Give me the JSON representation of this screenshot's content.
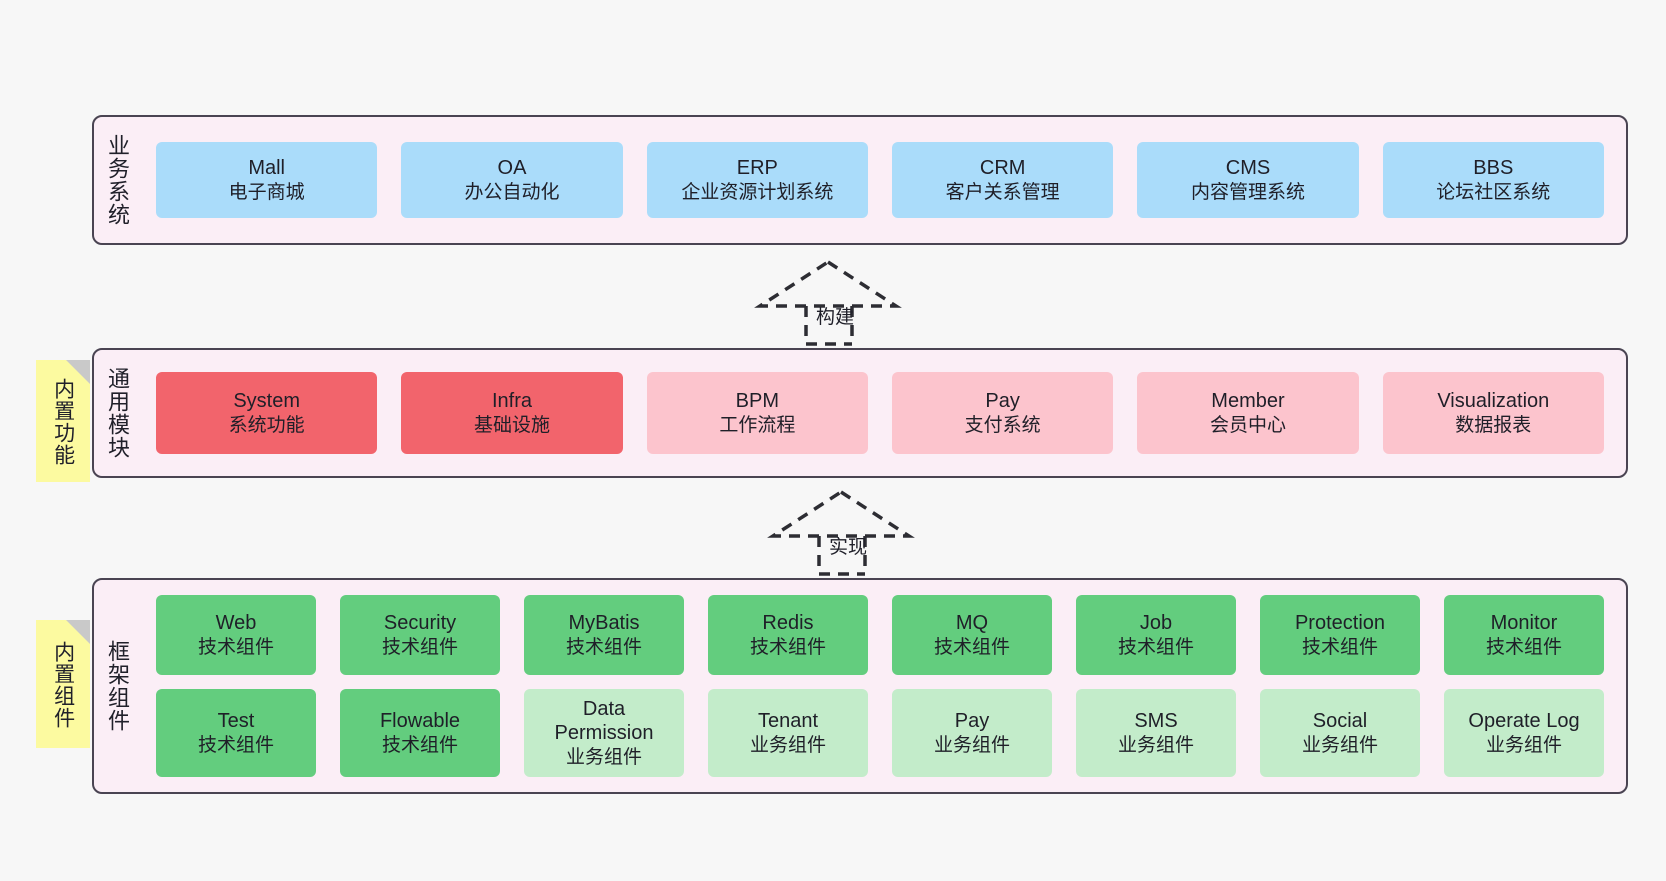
{
  "diagram": {
    "background_color": "#f7f7f7",
    "layer_border_color": "#4a4452",
    "layer_fill_color": "#fbeef6",
    "note_color": "#fcfaa0"
  },
  "layers": [
    {
      "id": "business-systems",
      "title": "业务系统",
      "note": null,
      "rows": [
        {
          "cards": [
            {
              "title": "Mall",
              "sub": "电子商城",
              "color": "#aadcfa",
              "variant": "c-blue"
            },
            {
              "title": "OA",
              "sub": "办公自动化",
              "color": "#aadcfa",
              "variant": "c-blue"
            },
            {
              "title": "ERP",
              "sub": "企业资源计划系统",
              "color": "#aadcfa",
              "variant": "c-blue"
            },
            {
              "title": "CRM",
              "sub": "客户关系管理",
              "color": "#aadcfa",
              "variant": "c-blue"
            },
            {
              "title": "CMS",
              "sub": "内容管理系统",
              "color": "#aadcfa",
              "variant": "c-blue"
            },
            {
              "title": "BBS",
              "sub": "论坛社区系统",
              "color": "#aadcfa",
              "variant": "c-blue"
            }
          ]
        }
      ]
    },
    {
      "id": "common-modules",
      "title": "通用模块",
      "note": "内置功能",
      "rows": [
        {
          "cards": [
            {
              "title": "System",
              "sub": "系统功能",
              "color": "#f2646c",
              "variant": "c-red"
            },
            {
              "title": "Infra",
              "sub": "基础设施",
              "color": "#f2646c",
              "variant": "c-red"
            },
            {
              "title": "BPM",
              "sub": "工作流程",
              "color": "#fcc4cd",
              "variant": "c-pink"
            },
            {
              "title": "Pay",
              "sub": "支付系统",
              "color": "#fcc4cd",
              "variant": "c-pink"
            },
            {
              "title": "Member",
              "sub": "会员中心",
              "color": "#fcc4cd",
              "variant": "c-pink"
            },
            {
              "title": "Visualization",
              "sub": "数据报表",
              "color": "#fcc4cd",
              "variant": "c-pink"
            }
          ]
        }
      ]
    },
    {
      "id": "framework-components",
      "title": "框架组件",
      "note": "内置组件",
      "rows": [
        {
          "cards": [
            {
              "title": "Web",
              "sub": "技术组件",
              "color": "#63cd7e",
              "variant": "c-green-dark"
            },
            {
              "title": "Security",
              "sub": "技术组件",
              "color": "#63cd7e",
              "variant": "c-green-dark"
            },
            {
              "title": "MyBatis",
              "sub": "技术组件",
              "color": "#63cd7e",
              "variant": "c-green-dark"
            },
            {
              "title": "Redis",
              "sub": "技术组件",
              "color": "#63cd7e",
              "variant": "c-green-dark"
            },
            {
              "title": "MQ",
              "sub": "技术组件",
              "color": "#63cd7e",
              "variant": "c-green-dark"
            },
            {
              "title": "Job",
              "sub": "技术组件",
              "color": "#63cd7e",
              "variant": "c-green-dark"
            },
            {
              "title": "Protection",
              "sub": "技术组件",
              "color": "#63cd7e",
              "variant": "c-green-dark"
            },
            {
              "title": "Monitor",
              "sub": "技术组件",
              "color": "#63cd7e",
              "variant": "c-green-dark"
            }
          ]
        },
        {
          "cards": [
            {
              "title": "Test",
              "sub": "技术组件",
              "color": "#63cd7e",
              "variant": "c-green-dark"
            },
            {
              "title": "Flowable",
              "sub": "技术组件",
              "color": "#63cd7e",
              "variant": "c-green-dark"
            },
            {
              "title": "Data Permission",
              "sub": "业务组件",
              "color": "#c3ecca",
              "variant": "c-green-lite"
            },
            {
              "title": "Tenant",
              "sub": "业务组件",
              "color": "#c3ecca",
              "variant": "c-green-lite"
            },
            {
              "title": "Pay",
              "sub": "业务组件",
              "color": "#c3ecca",
              "variant": "c-green-lite"
            },
            {
              "title": "SMS",
              "sub": "业务组件",
              "color": "#c3ecca",
              "variant": "c-green-lite"
            },
            {
              "title": "Social",
              "sub": "业务组件",
              "color": "#c3ecca",
              "variant": "c-green-lite"
            },
            {
              "title": "Operate Log",
              "sub": "业务组件",
              "color": "#c3ecca",
              "variant": "c-green-lite"
            }
          ]
        }
      ]
    }
  ],
  "connectors": [
    {
      "id": "connector-build",
      "label": "构建"
    },
    {
      "id": "connector-implement",
      "label": "实现"
    }
  ]
}
